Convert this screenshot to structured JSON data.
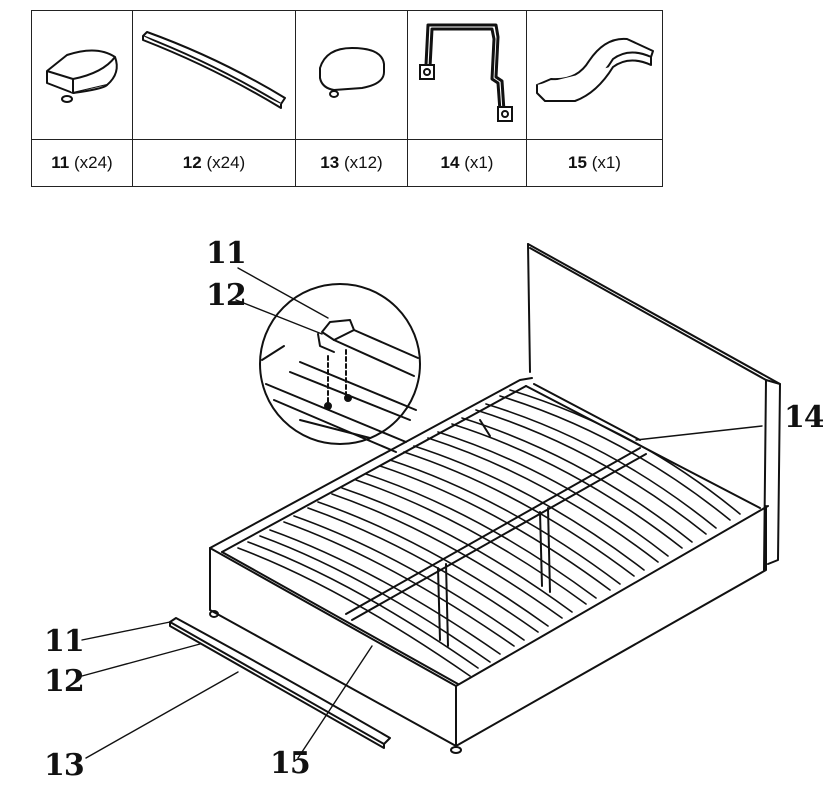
{
  "parts": [
    {
      "number": "11",
      "qty": "(x24)",
      "icon": "slat-holder-cap-icon"
    },
    {
      "number": "12",
      "qty": "(x24)",
      "icon": "slat-icon"
    },
    {
      "number": "13",
      "qty": "(x12)",
      "icon": "center-slat-holder-icon"
    },
    {
      "number": "14",
      "qty": "(x1)",
      "icon": "lift-hook-rod-icon"
    },
    {
      "number": "15",
      "qty": "(x1)",
      "icon": "curved-strap-icon"
    }
  ],
  "callouts": {
    "detail_11": "11",
    "detail_12": "12",
    "right_14": "14",
    "left_11": "11",
    "left_12": "12",
    "bottom_13": "13",
    "bottom_15": "15"
  }
}
